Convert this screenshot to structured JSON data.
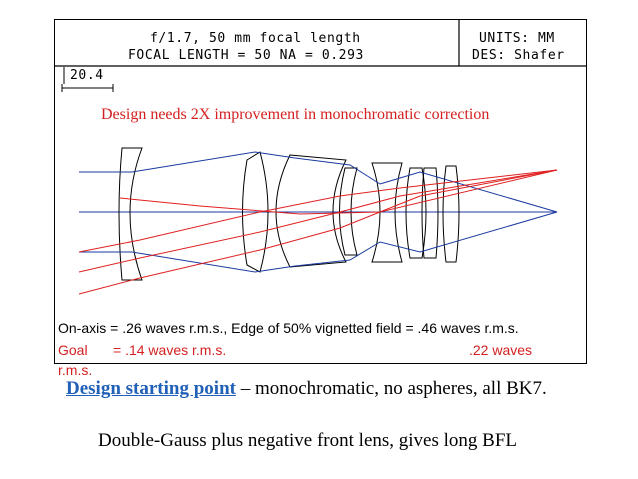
{
  "header": {
    "line1": "f/1.7, 50 mm focal length",
    "line2": "FOCAL LENGTH = 50   NA = 0.293",
    "units": "UNITS: MM",
    "designer": "DES: Shafer"
  },
  "scale_bar": {
    "value": "20.4"
  },
  "note": "Design needs 2X improvement in monochromatic correction",
  "performance": {
    "on_axis": "On-axis = .26 waves r.m.s., Edge of 50% vignetted field = .46 waves r.m.s.",
    "goal_label": "Goal",
    "goal_on_axis": "= .14  waves r.m.s.",
    "goal_edge": ".22 waves",
    "goal_rms_wrap": "r.m.s."
  },
  "caption": {
    "link_text": "Design starting point",
    "rest": " – monochromatic, no aspheres, all BK7.",
    "line2": "Double-Gauss plus negative front lens, gives long BFL"
  },
  "colors": {
    "axial_rays": "#1a3aa0",
    "field_rays": "#e02020",
    "note_text": "#d42020",
    "link": "#2060b8"
  }
}
